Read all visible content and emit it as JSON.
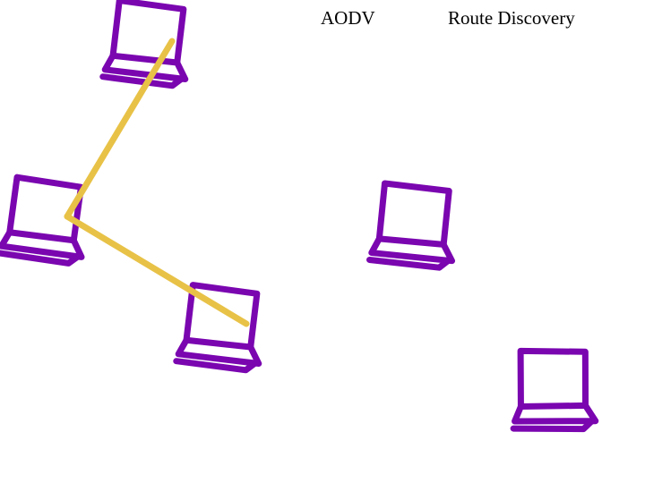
{
  "slide": {
    "title_left": "AODV",
    "title_right": "Route Discovery"
  },
  "colors": {
    "node": "#7a06b0",
    "route": "#e8c247",
    "background": "#ffffff"
  },
  "icons": {
    "node_icon": "laptop-icon"
  },
  "nodes": [
    {
      "id": "node-top"
    },
    {
      "id": "node-middle-left"
    },
    {
      "id": "node-center"
    },
    {
      "id": "node-middle-right"
    },
    {
      "id": "node-bottom-right"
    }
  ],
  "routes": [
    {
      "from": "node-top",
      "to": "node-middle-left"
    },
    {
      "from": "node-middle-left",
      "to": "node-center"
    }
  ]
}
